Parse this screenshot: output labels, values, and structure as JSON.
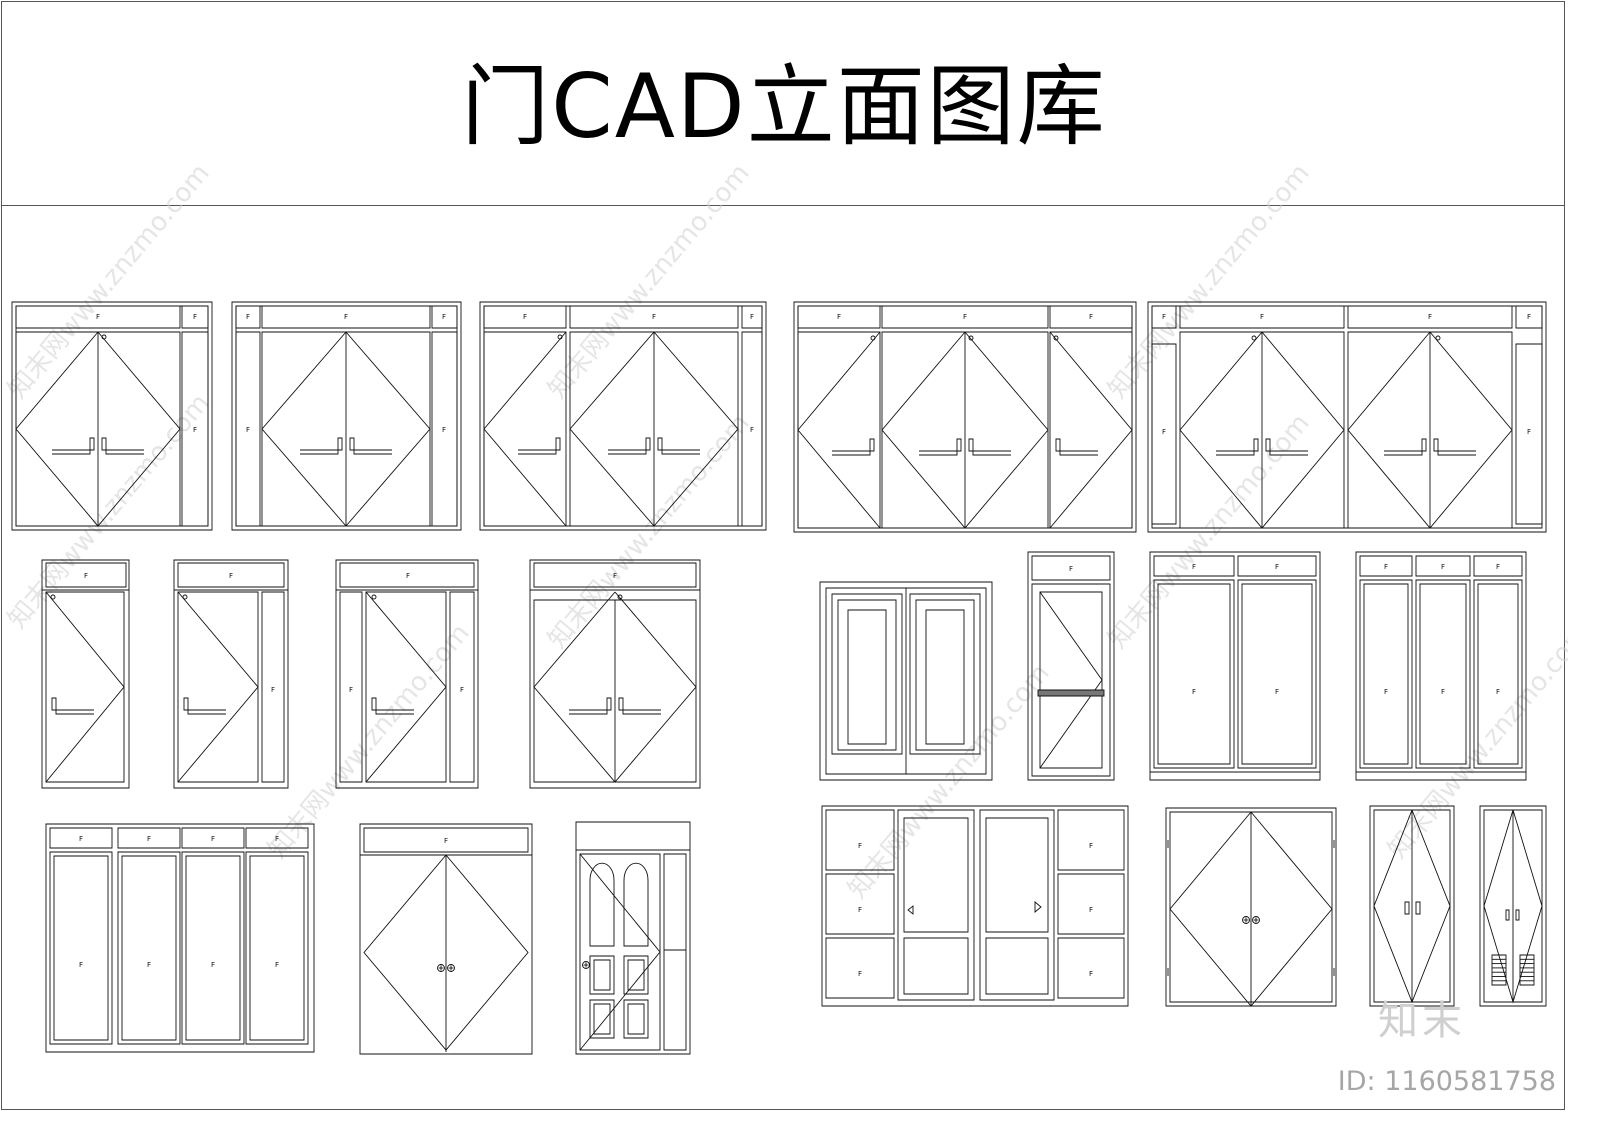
{
  "title": "门CAD立面图库",
  "fixed_panel_mark": "F",
  "watermark": {
    "text": "知末网www.znzmo.com",
    "brand": "知末"
  },
  "image_id": "ID: 1160581758",
  "colors": {
    "line": "#111111",
    "frame": "#555555",
    "watermark": "#cfcfcf"
  }
}
